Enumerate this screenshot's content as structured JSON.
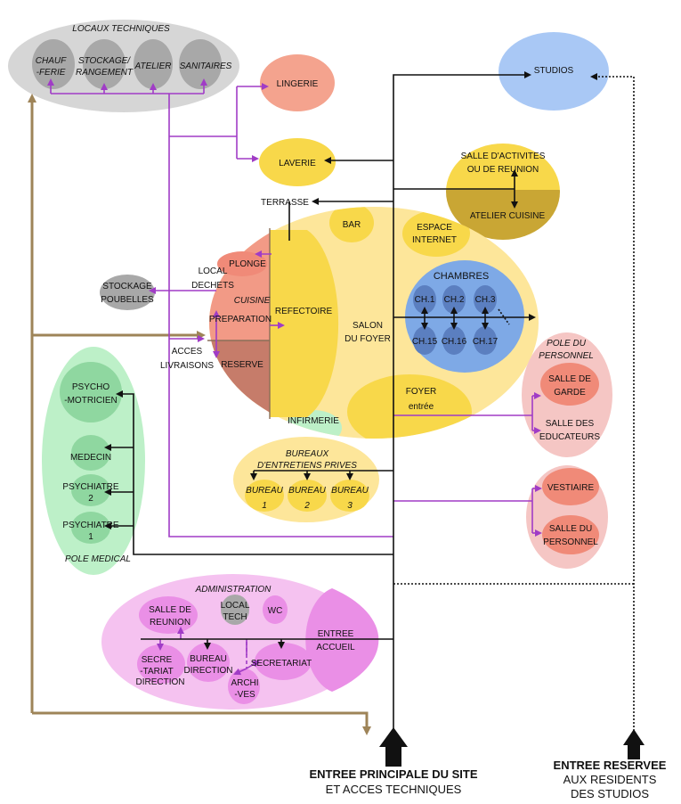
{
  "colors": {
    "purple": "#a03cc6",
    "black": "#111111",
    "brown": "#9e8458",
    "grey_zone": "#d6d6d6",
    "grey_room": "#a8a8a8",
    "yellow_zone": "#fde69a",
    "yellow_room": "#f8d84a",
    "blue_zone": "#7ea9e6",
    "blue_room": "#5b7fc0",
    "pink_zone": "#f5c6c4",
    "salmon_room": "#f08a78",
    "green_zone": "#bdf0c8",
    "green_room": "#8fd7a0",
    "magenta_zone": "#f5c2f0",
    "magenta_room": "#ea8fe6",
    "olive": "#c9a634"
  },
  "locaux": {
    "title": "LOCAUX TECHNIQUES",
    "chauf_1": "CHAUF",
    "chauf_2": "-FERIE",
    "stockage_1": "STOCKAGE/",
    "stockage_2": "RANGEMENT",
    "atelier": "ATELIER",
    "sanitaires": "SANITAIRES"
  },
  "lingerie": "LINGERIE",
  "laverie": "LAVERIE",
  "terrasse": "TERRASSE",
  "studios": "STUDIOS",
  "activites": {
    "line1": "SALLE D'ACTIVITES",
    "line2": "OU DE REUNION",
    "atelier_cuisine": "ATELIER CUISINE"
  },
  "foyer": {
    "bar": "BAR",
    "espace_1": "ESPACE",
    "espace_2": "INTERNET",
    "plonge": "PLONGE",
    "local_1": "LOCAL",
    "local_2": "DECHETS",
    "cuisine": "CUISINE",
    "preparation": "PREPARATION",
    "reserve": "RESERVE",
    "refectoire": "REFECTOIRE",
    "salon_1": "SALON",
    "salon_2": "DU FOYER",
    "foyer_entree_1": "FOYER",
    "foyer_entree_2": "entrée",
    "infirmerie": "INFIRMERIE",
    "acces_1": "ACCES",
    "acces_2": "LIVRAISONS"
  },
  "stockage_poubelles_1": "STOCKAGE",
  "stockage_poubelles_2": "POUBELLES",
  "chambres": {
    "title": "CHAMBRES",
    "rooms_top": [
      "CH.1",
      "CH.2",
      "CH.3"
    ],
    "rooms_bottom": [
      "CH.15",
      "CH.16",
      "CH.17"
    ]
  },
  "pole_personnel": {
    "title_1": "POLE DU",
    "title_2": "PERSONNEL",
    "garde_1": "SALLE DE",
    "garde_2": "GARDE",
    "educ_1": "SALLE DES",
    "educ_2": "EDUCATEURS",
    "vestiaire": "VESTIAIRE",
    "salle_pers_1": "SALLE DU",
    "salle_pers_2": "PERSONNEL"
  },
  "medical": {
    "title": "POLE MEDICAL",
    "psycho_1": "PSYCHO",
    "psycho_2": "-MOTRICIEN",
    "medecin": "MEDECIN",
    "psy2_1": "PSYCHIATRE",
    "psy2_2": "2",
    "psy1_1": "PSYCHIATRE",
    "psy1_2": "1"
  },
  "bureaux": {
    "title_1": "BUREAUX",
    "title_2": "D'ENTRETIENS PRIVES",
    "names": [
      "BUREAU",
      "BUREAU",
      "BUREAU"
    ],
    "numbers": [
      "1",
      "2",
      "3"
    ]
  },
  "admin": {
    "title": "ADMINISTRATION",
    "reunion_1": "SALLE DE",
    "reunion_2": "REUNION",
    "local_1": "LOCAL",
    "local_2": "TECH",
    "wc": "WC",
    "entree_1": "ENTREE",
    "entree_2": "ACCUEIL",
    "secre_1": "SECRE",
    "secre_2": "-TARIAT",
    "secre_3": "DIRECTION",
    "bureau_1": "BUREAU",
    "bureau_2": "DIRECTION",
    "secretariat": "SECRETARIAT",
    "archi_1": "ARCHI",
    "archi_2": "-VES"
  },
  "entries": {
    "main_1": "ENTREE PRINCIPALE DU SITE",
    "main_2": "ET ACCES TECHNIQUES",
    "res_1": "ENTREE RESERVEE",
    "res_2": "AUX RESIDENTS",
    "res_3": "DES STUDIOS"
  }
}
